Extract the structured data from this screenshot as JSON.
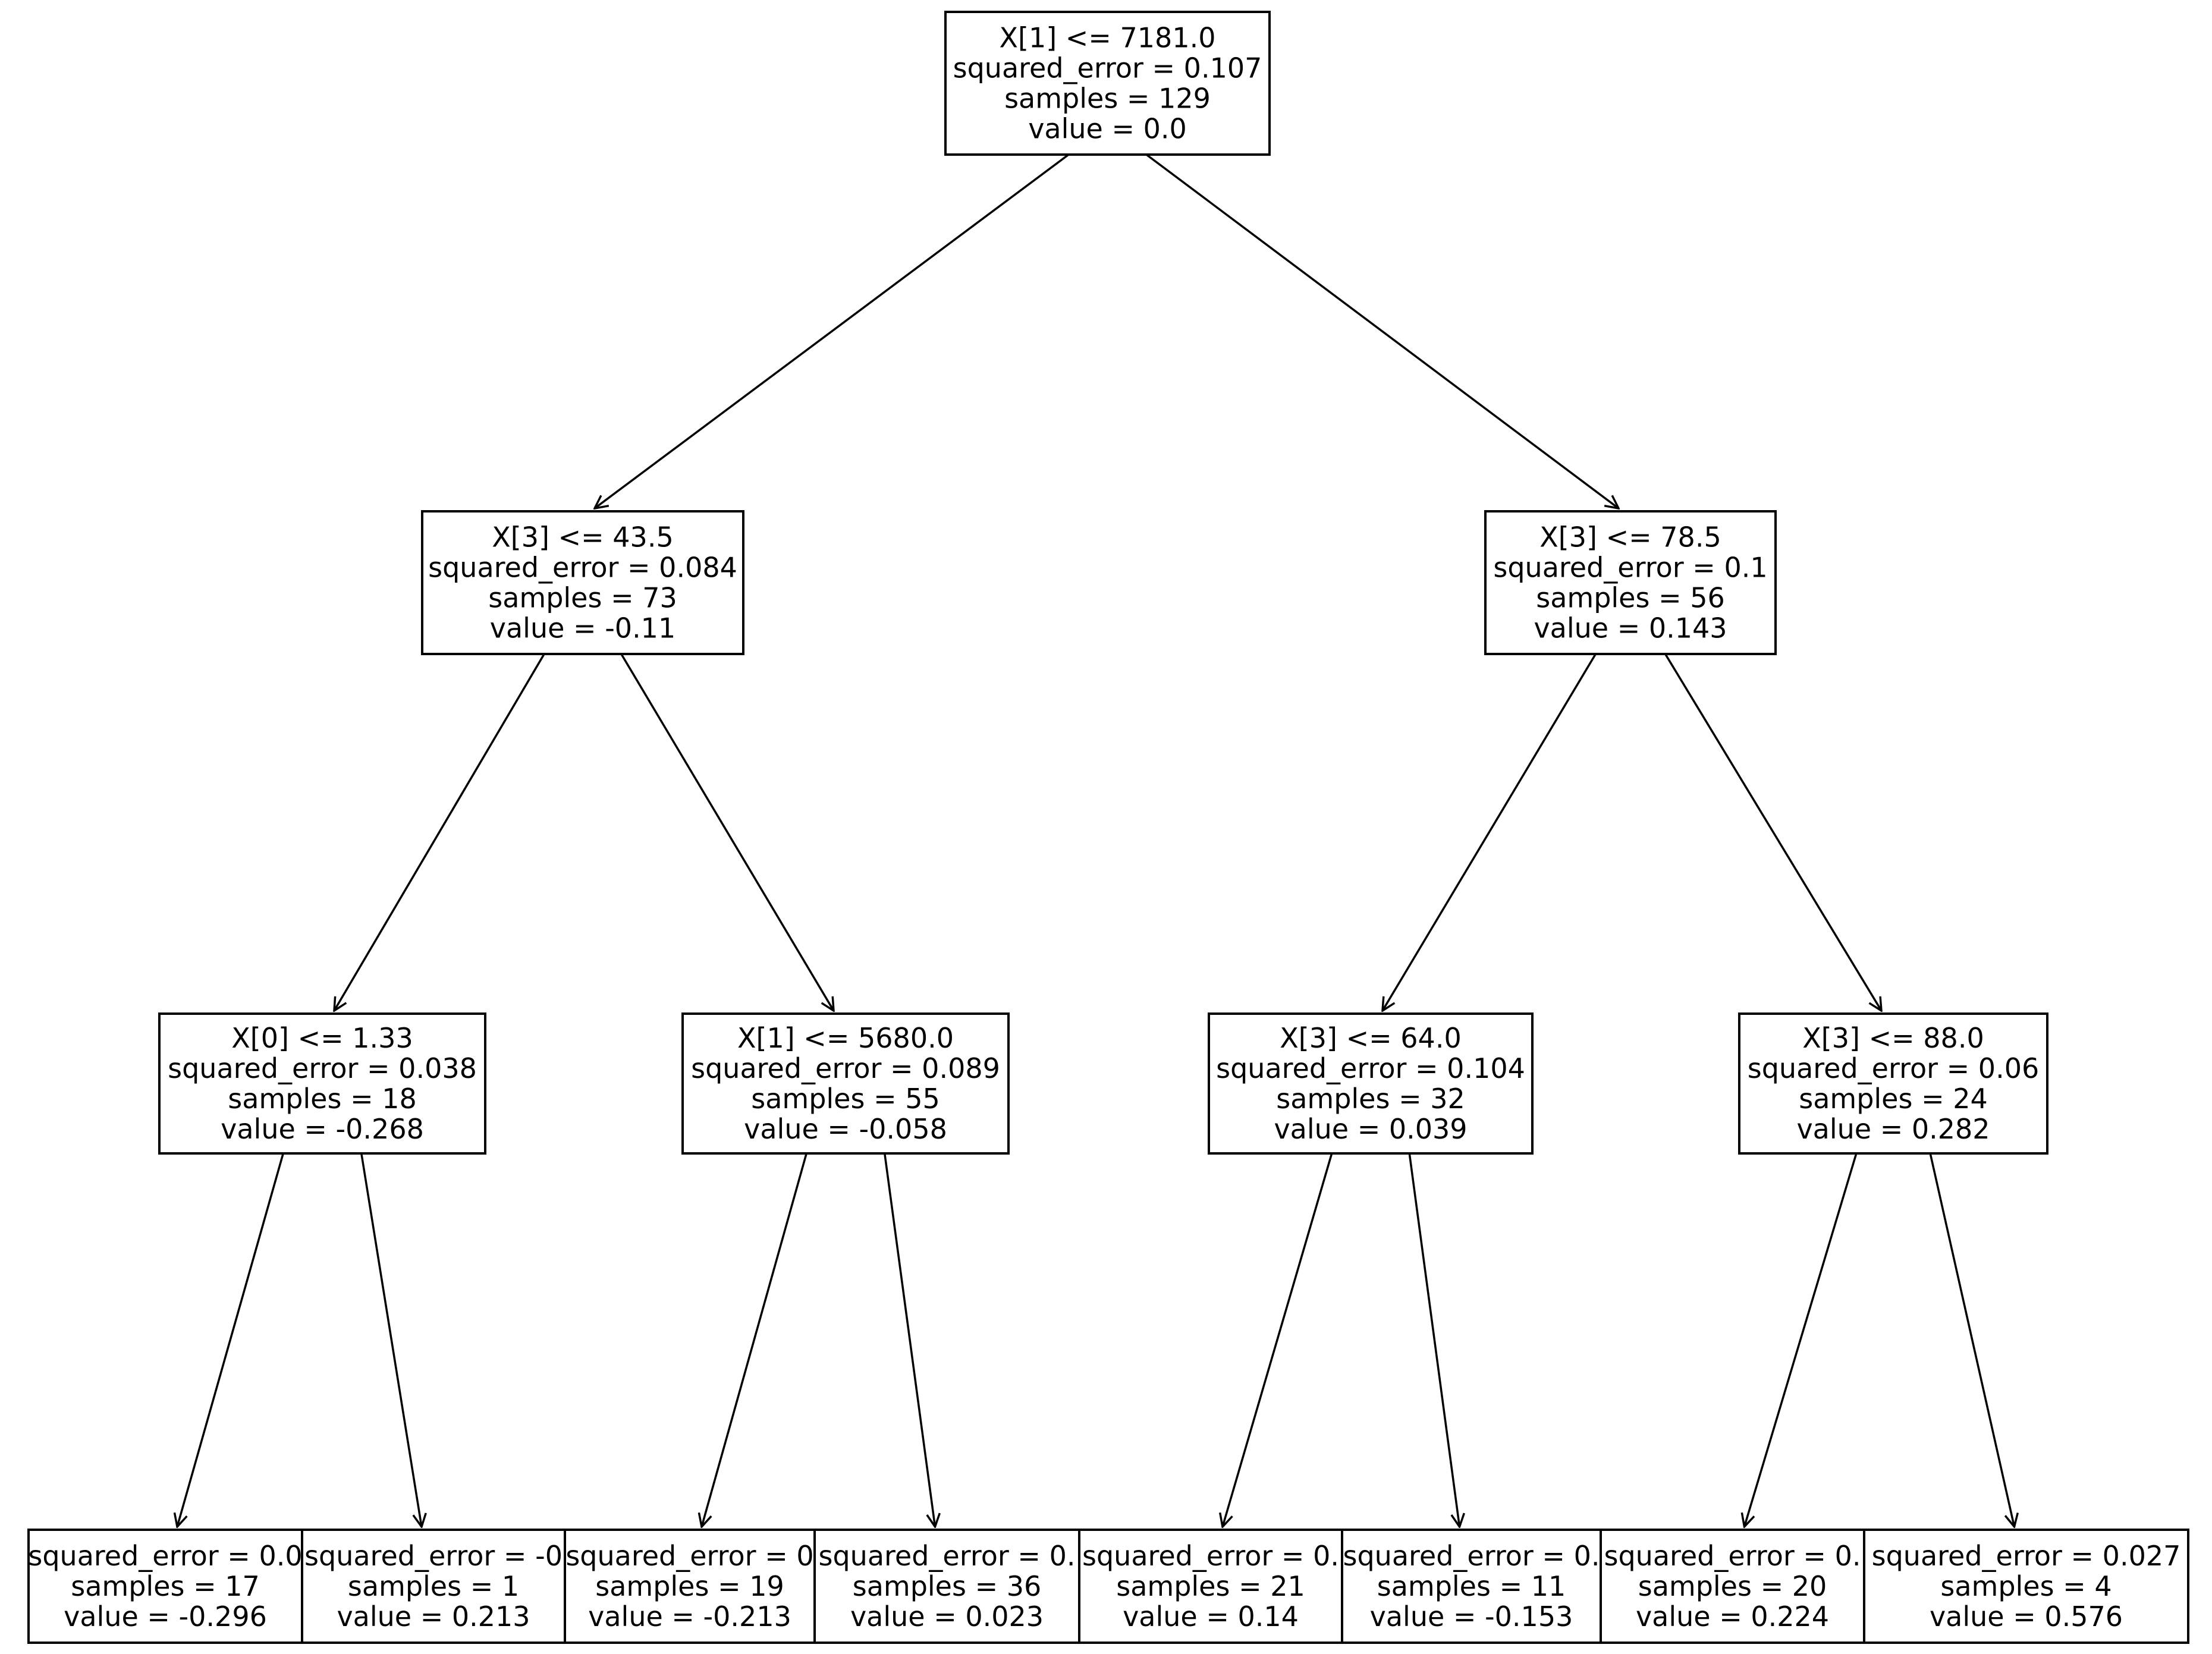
{
  "diagram": {
    "type": "decision-tree",
    "nodes": [
      {
        "id": "n0",
        "lines": [
          "X[1] <= 7181.0",
          "squared_error = 0.107",
          "samples = 129",
          "value = 0.0"
        ]
      },
      {
        "id": "n1",
        "lines": [
          "X[3] <= 43.5",
          "squared_error = 0.084",
          "samples = 73",
          "value = -0.11"
        ]
      },
      {
        "id": "n2",
        "lines": [
          "X[3] <= 78.5",
          "squared_error = 0.1",
          "samples = 56",
          "value = 0.143"
        ]
      },
      {
        "id": "n3",
        "lines": [
          "X[0] <= 1.33",
          "squared_error = 0.038",
          "samples = 18",
          "value = -0.268"
        ]
      },
      {
        "id": "n4",
        "lines": [
          "X[1] <= 5680.0",
          "squared_error = 0.089",
          "samples = 55",
          "value = -0.058"
        ]
      },
      {
        "id": "n5",
        "lines": [
          "X[3] <= 64.0",
          "squared_error = 0.104",
          "samples = 32",
          "value = 0.039"
        ]
      },
      {
        "id": "n6",
        "lines": [
          "X[3] <= 88.0",
          "squared_error = 0.06",
          "samples = 24",
          "value = 0.282"
        ]
      },
      {
        "id": "n7",
        "lines": [
          "squared_error = 0.0",
          "samples = 17",
          "value = -0.296"
        ]
      },
      {
        "id": "n8",
        "lines": [
          "squared_error = -0",
          "samples = 1",
          "value = 0.213"
        ]
      },
      {
        "id": "n9",
        "lines": [
          "squared_error = 0",
          "samples = 19",
          "value = -0.213"
        ]
      },
      {
        "id": "n10",
        "lines": [
          "squared_error = 0.",
          "samples = 36",
          "value = 0.023"
        ]
      },
      {
        "id": "n11",
        "lines": [
          "squared_error = 0.",
          "samples = 21",
          "value = 0.14"
        ]
      },
      {
        "id": "n12",
        "lines": [
          "squared_error = 0.",
          "samples = 11",
          "value = -0.153"
        ]
      },
      {
        "id": "n13",
        "lines": [
          "squared_error = 0.",
          "samples = 20",
          "value = 0.224"
        ]
      },
      {
        "id": "n14",
        "lines": [
          "squared_error = 0.027",
          "samples = 4",
          "value = 0.576"
        ]
      }
    ],
    "edges": [
      [
        "n0",
        "n1"
      ],
      [
        "n0",
        "n2"
      ],
      [
        "n1",
        "n3"
      ],
      [
        "n1",
        "n4"
      ],
      [
        "n2",
        "n5"
      ],
      [
        "n2",
        "n6"
      ],
      [
        "n3",
        "n7"
      ],
      [
        "n3",
        "n8"
      ],
      [
        "n4",
        "n9"
      ],
      [
        "n4",
        "n10"
      ],
      [
        "n5",
        "n11"
      ],
      [
        "n5",
        "n12"
      ],
      [
        "n6",
        "n13"
      ],
      [
        "n6",
        "n14"
      ]
    ]
  }
}
